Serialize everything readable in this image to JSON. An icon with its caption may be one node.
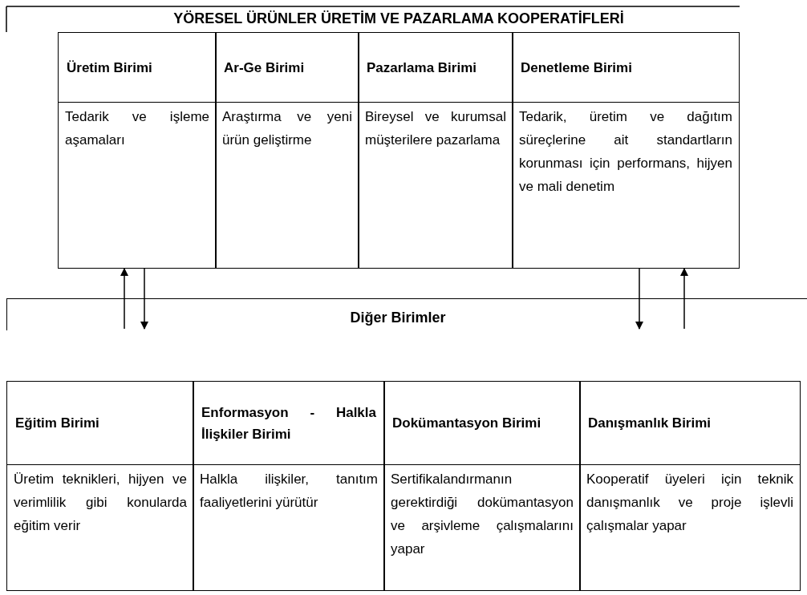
{
  "diagram": {
    "nodes": [
      {
        "text": [
          "YÖRESEL ÜRÜNLER ÜRETİM VE PAZARLAMA KOOPERATİFLERİ"
        ]
      },
      {
        "text": [
          "Üretim Birimi",
          "Tedarik ve işleme aşamaları"
        ],
        "in": 0
      },
      {
        "text": [
          "Ar-Ge Birimi",
          "Araştırma ve yeni ürün geliştirme"
        ],
        "in": 0
      },
      {
        "text": [
          "Pazarlama Birimi",
          "Bireysel ve kurumsal müşterilere pazarlama"
        ],
        "in": 0
      },
      {
        "text": [
          "Denetleme Birimi",
          "Tedarik, üretim ve dağıtım süreçlerine ait standartların korunması için performans, hijyen ve mali denetim"
        ],
        "in": 0
      },
      {
        "text": [
          "Diğer Birimler"
        ]
      },
      {
        "text": [
          "Eğitim Birimi",
          "Üretim teknikleri, hijyen ve verimlilik gibi konularda eğitim verir"
        ]
      },
      {
        "text": [
          "Enformasyon - Halkla İlişkiler Birimi",
          "Halkla ilişkiler, tanıtım faaliyetlerini yürütür"
        ]
      },
      {
        "text": [
          "Dokümantasyon Birimi",
          "Sertifikalandırmanın gerektirdiği dokümantasyon ve arşivleme çalışmalarını yapar"
        ]
      },
      {
        "text": [
          "Danışmanlık Birimi",
          "Kooperatif üyeleri için teknik danışmanlık ve proje işlevli çalışmalar yapar"
        ]
      }
    ],
    "edges": [
      {
        "from": 5,
        "to": 1,
        "arrow": "to"
      },
      {
        "from": 1,
        "to": 5,
        "arrow": "to"
      },
      {
        "from": 4,
        "to": 5,
        "arrow": "to"
      },
      {
        "from": 5,
        "to": 4,
        "arrow": "to"
      }
    ]
  }
}
